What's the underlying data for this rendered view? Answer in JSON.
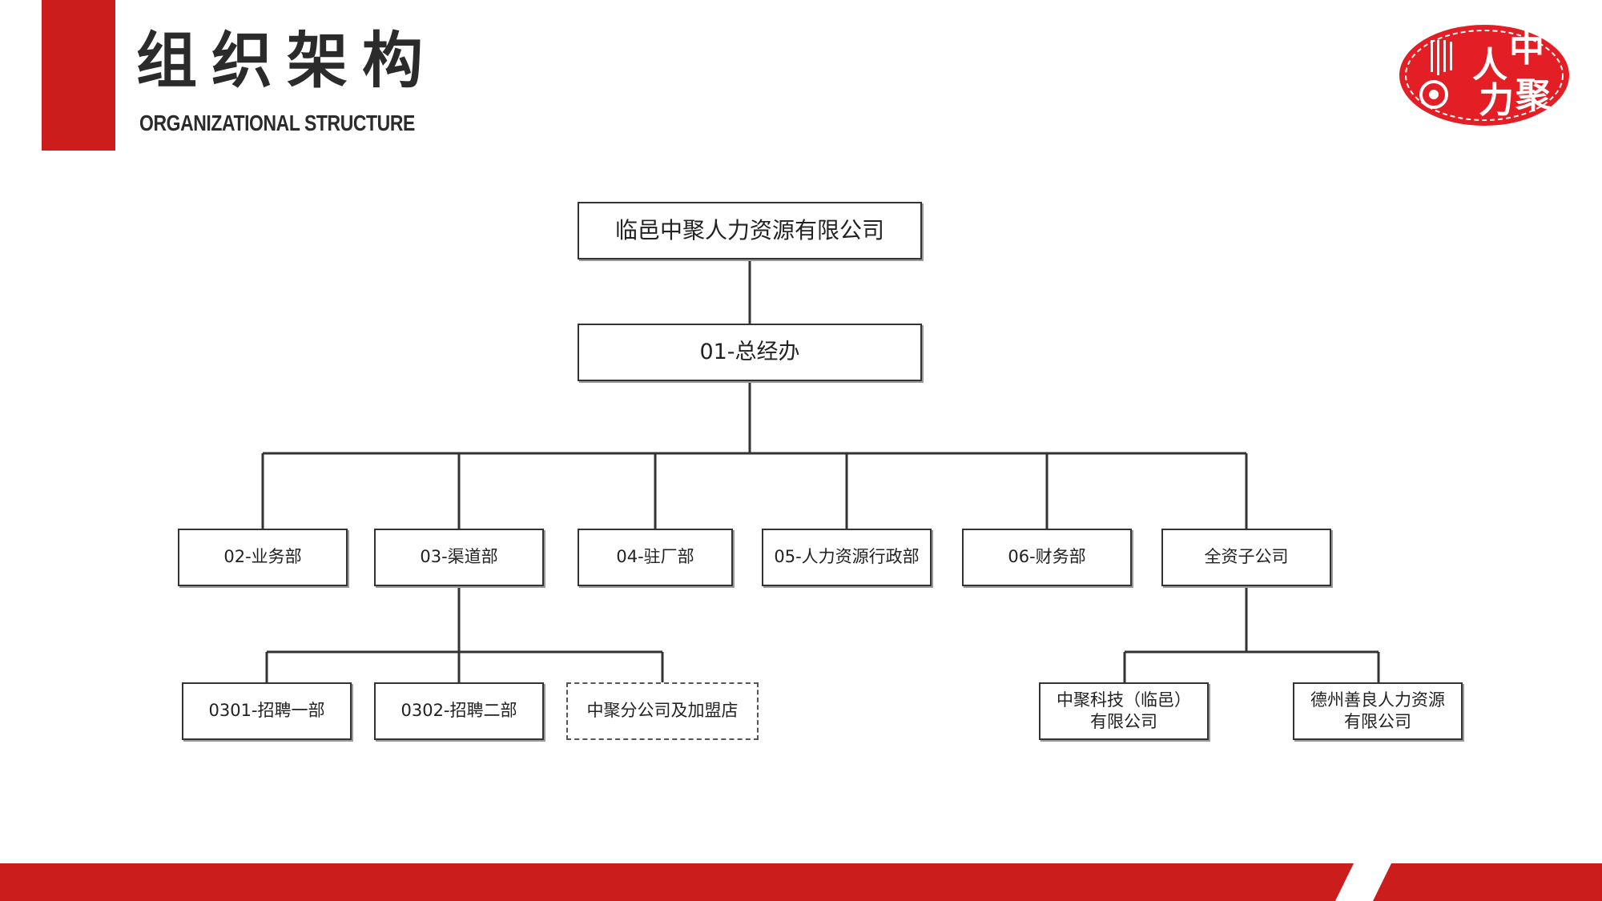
{
  "header": {
    "title_cn": "组织架构",
    "title_en": "ORGANIZATIONAL STRUCTURE"
  },
  "logo": {
    "text_top_right": "中",
    "text_mid_left": "人",
    "text_mid_right": "聚",
    "text_bottom": "力",
    "color": "#e31e24"
  },
  "org_chart": {
    "root": "临邑中聚人力资源有限公司",
    "general_office": "01-总经办",
    "departments": [
      "02-业务部",
      "03-渠道部",
      "04-驻厂部",
      "05-人力资源行政部",
      "06-财务部",
      "全资子公司"
    ],
    "channel_sub": [
      "0301-招聘一部",
      "0302-招聘二部",
      "中聚分公司及加盟店"
    ],
    "subsidiaries": [
      "中聚科技（临邑）\n有限公司",
      "德州善良人力资源\n有限公司"
    ]
  },
  "colors": {
    "accent": "#cc1d1d",
    "title": "#2b2b2b",
    "line": "#333333"
  }
}
